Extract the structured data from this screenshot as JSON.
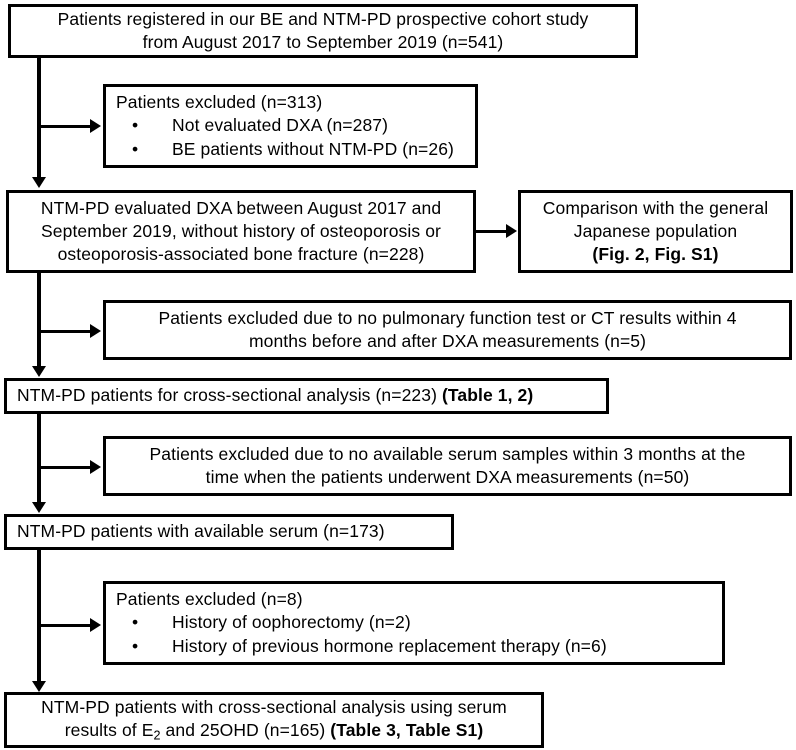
{
  "figure": {
    "type": "flowchart",
    "title": "Patient selection flow diagram",
    "line_color": "#000000",
    "background": "#ffffff"
  },
  "nodes": {
    "registered": {
      "line1": "Patients registered in our BE and NTM-PD prospective cohort study",
      "line2": "from August 2017 to September 2019 (n=541)"
    },
    "excluded1": {
      "header": "Patients excluded (n=313)",
      "bullets": [
        "Not evaluated DXA (n=287)",
        "BE patients without NTM-PD (n=26)"
      ],
      "bullet_glyph": "•"
    },
    "evaluated": {
      "line1": "NTM-PD evaluated DXA between August 2017 and",
      "line2": "September 2019, without history of osteoporosis or",
      "line3": "osteoporosis-associated bone fracture (n=228)"
    },
    "comparison": {
      "line1": "Comparison with the general",
      "line2": "Japanese population",
      "line3_bold": "(Fig. 2, Fig. S1)"
    },
    "excluded2": {
      "line1": "Patients excluded due to no pulmonary function test or CT results within 4",
      "line2": "months before and after DXA measurements (n=5)"
    },
    "crosssectional": {
      "text": "NTM-PD patients for cross-sectional analysis (n=223) ",
      "bold": "(Table 1, 2)"
    },
    "excluded3": {
      "line1": "Patients excluded due to no available serum samples within 3 months at the",
      "line2": "time when the patients underwent DXA measurements (n=50)"
    },
    "serum": {
      "text": "NTM-PD patients with available serum (n=173)"
    },
    "excluded4": {
      "header": "Patients excluded (n=8)",
      "bullets": [
        "History of oophorectomy (n=2)",
        "History of previous hormone replacement therapy (n=6)"
      ],
      "bullet_glyph": "•"
    },
    "final": {
      "line1": "NTM-PD patients with cross-sectional analysis using serum",
      "line2_a": "results of E",
      "line2_sub": "2",
      "line2_b": " and 25OHD (n=165) ",
      "line2_bold": "(Table 3, Table S1)"
    }
  }
}
